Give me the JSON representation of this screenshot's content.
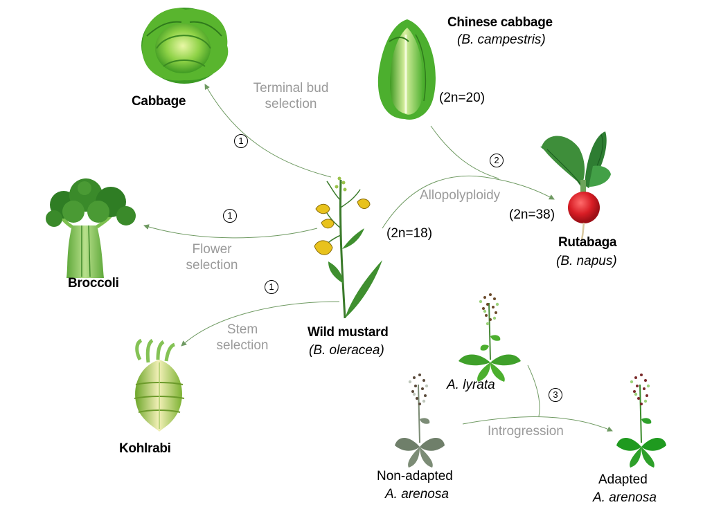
{
  "plants": {
    "cabbage": "Cabbage",
    "chinese_cabbage": "Chinese cabbage",
    "chinese_cabbage_sci": "(B. campestris)",
    "chinese_cabbage_chromosomes": "(2n=20)",
    "rutabaga": "Rutabaga",
    "rutabaga_sci": "(B. napus)",
    "rutabaga_chromosomes": "(2n=38)",
    "broccoli": "Broccoli",
    "wild_mustard": "Wild mustard",
    "wild_mustard_sci": "(B. oleracea)",
    "wild_mustard_chromosomes": "(2n=18)",
    "kohlrabi": "Kohlrabi",
    "lyrata": "A. lyrata",
    "non_adapted": "Non-adapted",
    "non_adapted_sci": "A. arenosa",
    "adapted": "Adapted",
    "adapted_sci": "A. arenosa"
  },
  "processes": {
    "terminal_bud_line1": "Terminal bud",
    "terminal_bud_line2": "selection",
    "flower_line1": "Flower",
    "flower_line2": "selection",
    "stem_line1": "Stem",
    "stem_line2": "selection",
    "allopolyploidy": "Allopolyploidy",
    "introgression": "Introgression"
  },
  "badges": {
    "cabbage": "1",
    "broccoli": "1",
    "kohlrabi": "1",
    "allopolyploidy": "2",
    "introgression": "3"
  },
  "colors": {
    "arrow": "#6f9a62",
    "process_text": "#9a9a9a",
    "leaf_green": "#4caf2e",
    "dark_green": "#2e7d1e",
    "radish_red": "#d81d25",
    "mustard_yellow": "#e8c21c",
    "grey_rosette": "#7c8c76"
  }
}
